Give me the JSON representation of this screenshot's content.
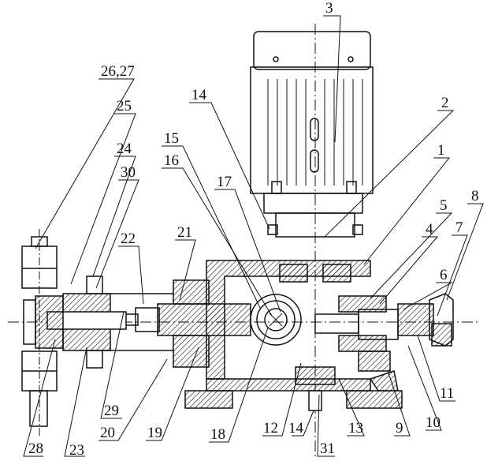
{
  "title": "Plunger metering pump assembly drawing",
  "callouts": {
    "c1": "1",
    "c2": "2",
    "c3": "3",
    "c4": "4",
    "c5": "5",
    "c6": "6",
    "c7": "7",
    "c8": "8",
    "c9": "9",
    "c10": "10",
    "c11": "11",
    "c12": "12",
    "c13": "13",
    "c14a": "14",
    "c14b": "14",
    "c15": "15",
    "c16": "16",
    "c17": "17",
    "c18": "18",
    "c19": "19",
    "c20": "20",
    "c21": "21",
    "c22": "22",
    "c23": "23",
    "c24": "24",
    "c25": "25",
    "c2627": "26,27",
    "c28": "28",
    "c29": "29",
    "c30": "30",
    "c31": "31"
  },
  "colors": {
    "line": "#111111",
    "background": "#ffffff"
  }
}
